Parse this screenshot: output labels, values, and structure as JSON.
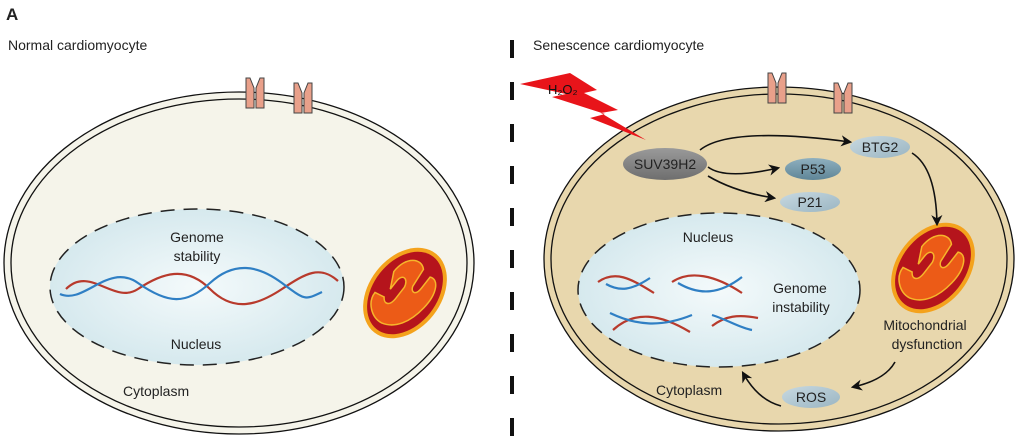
{
  "panel_label": "A",
  "left": {
    "title": "Normal cardiomyocyte",
    "genome_line1": "Genome",
    "genome_line2": "stability",
    "nucleus": "Nucleus",
    "cytoplasm": "Cytoplasm"
  },
  "right": {
    "title": "Senescence cardiomyocyte",
    "stressor": "H₂O₂",
    "nodes": {
      "suv": "SUV39H2",
      "p53": "P53",
      "p21": "P21",
      "btg2": "BTG2",
      "ros": "ROS"
    },
    "nucleus": "Nucleus",
    "genome_line1": "Genome",
    "genome_line2": "instability",
    "mito_line1": "Mitochondrial",
    "mito_line2": "dysfunction",
    "cytoplasm": "Cytoplasm"
  },
  "colors": {
    "normal_cell": "#f5f4ea",
    "senescent_cell": "#e8d7ad",
    "nucleus": "#dcecf1",
    "dna_red": "#b83a2c",
    "dna_blue": "#2f7fc4",
    "lightning": "#e8141a",
    "receptor": "#e9a08a"
  }
}
